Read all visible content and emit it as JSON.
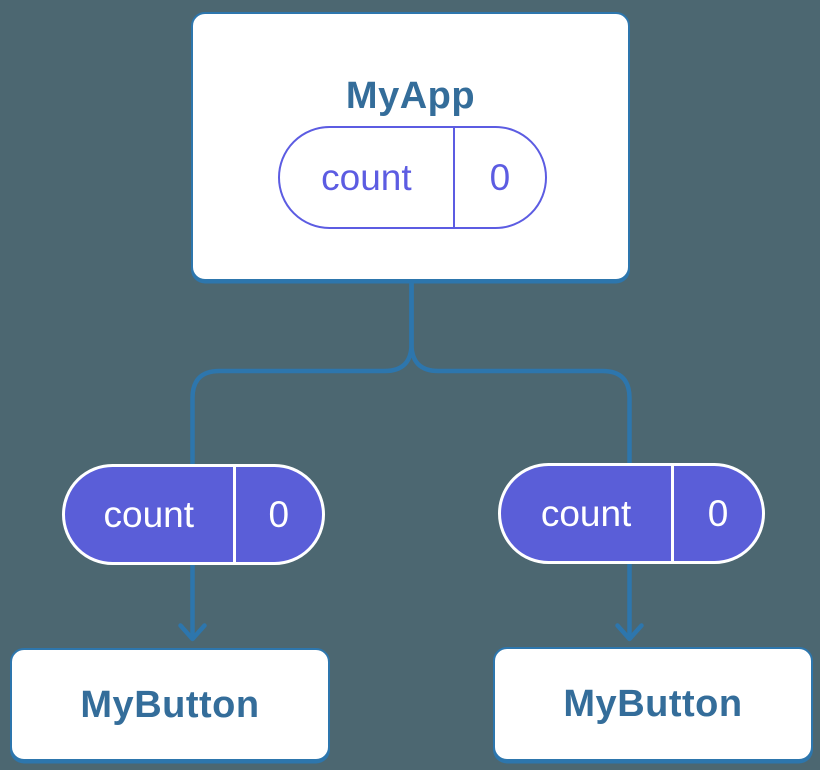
{
  "diagram": {
    "title_hint": "React component tree sharing state",
    "colors": {
      "background": "#4c6771",
      "card_background": "#ffffff",
      "line_blue": "#2d76ad",
      "title_blue": "#346d9a",
      "pill_outline_purple": "#5c5ce2",
      "pill_fill_purple": "#5a5ed8",
      "pill_filled_text": "#ffffff"
    },
    "parent": {
      "title": "MyApp",
      "state": {
        "label": "count",
        "value": "0"
      }
    },
    "children": [
      {
        "title": "MyButton",
        "prop": {
          "label": "count",
          "value": "0"
        }
      },
      {
        "title": "MyButton",
        "prop": {
          "label": "count",
          "value": "0"
        }
      }
    ]
  }
}
